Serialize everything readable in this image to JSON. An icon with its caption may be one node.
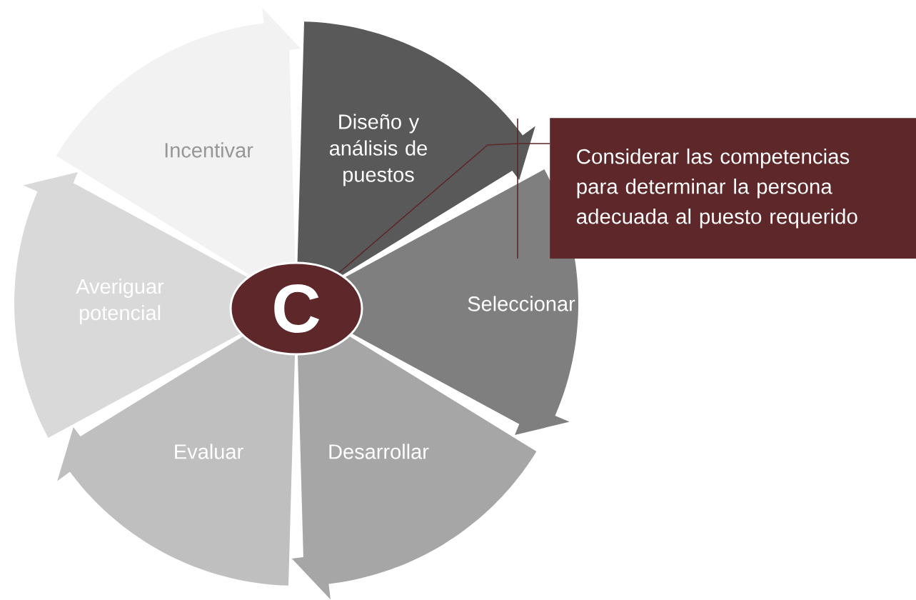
{
  "diagram": {
    "nodes": [
      {
        "text": [
          "C"
        ]
      },
      {
        "text": [
          "Diseño y análisis de puestos"
        ]
      },
      {
        "text": [
          "Seleccionar"
        ]
      },
      {
        "text": [
          "Desarrollar"
        ]
      },
      {
        "text": [
          "Evaluar"
        ]
      },
      {
        "text": [
          "Averiguar potencial"
        ]
      },
      {
        "text": [
          "Incentivar"
        ]
      },
      {
        "text": [
          "Considerar las competencias para determinar la persona adecuada al puesto requerido"
        ]
      }
    ],
    "edges": [
      {
        "from": 7,
        "to": 0,
        "arrow": "none"
      }
    ]
  }
}
